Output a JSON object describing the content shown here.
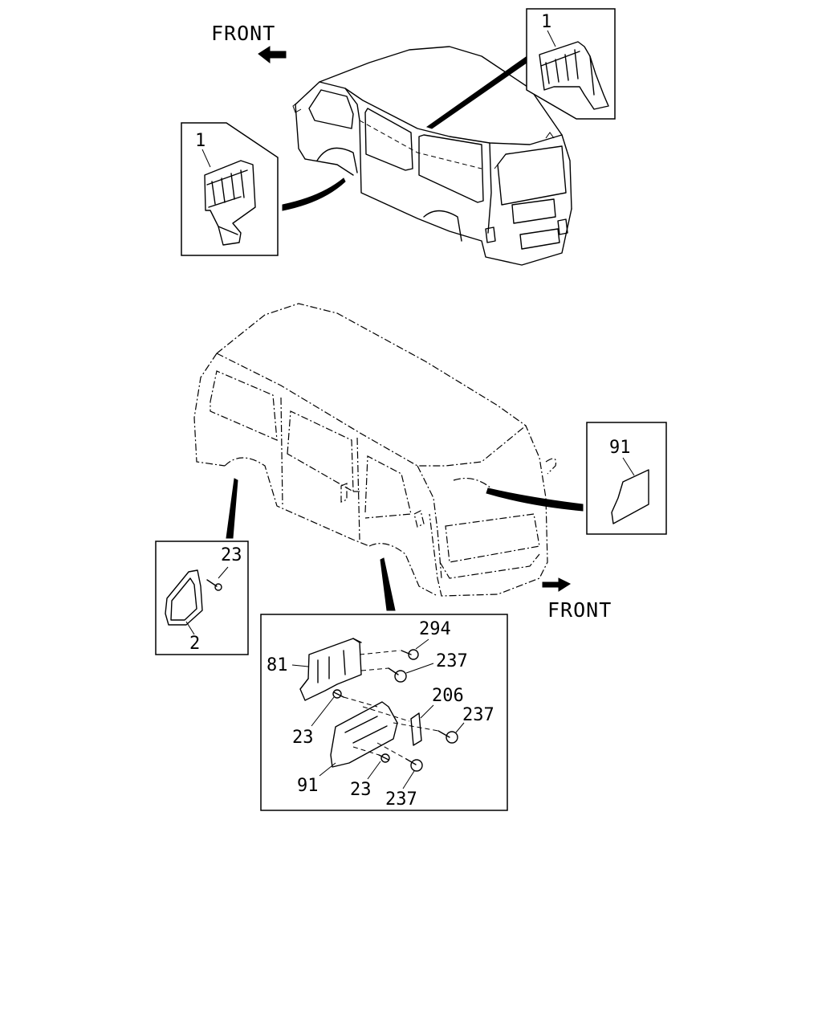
{
  "diagram": {
    "top_view": {
      "direction_label": "FRONT",
      "callout_left_part": "1",
      "callout_right_part": "1"
    },
    "bottom_view": {
      "direction_label": "FRONT",
      "callout_right_part": "91",
      "callout_left_parts": {
        "bolt": "23",
        "shield": "2"
      },
      "detail_parts": {
        "p294": "294",
        "p237_a": "237",
        "p81": "81",
        "p206": "206",
        "p237_b": "237",
        "p23_a": "23",
        "p91": "91",
        "p23_b": "23",
        "p237_c": "237"
      }
    }
  }
}
